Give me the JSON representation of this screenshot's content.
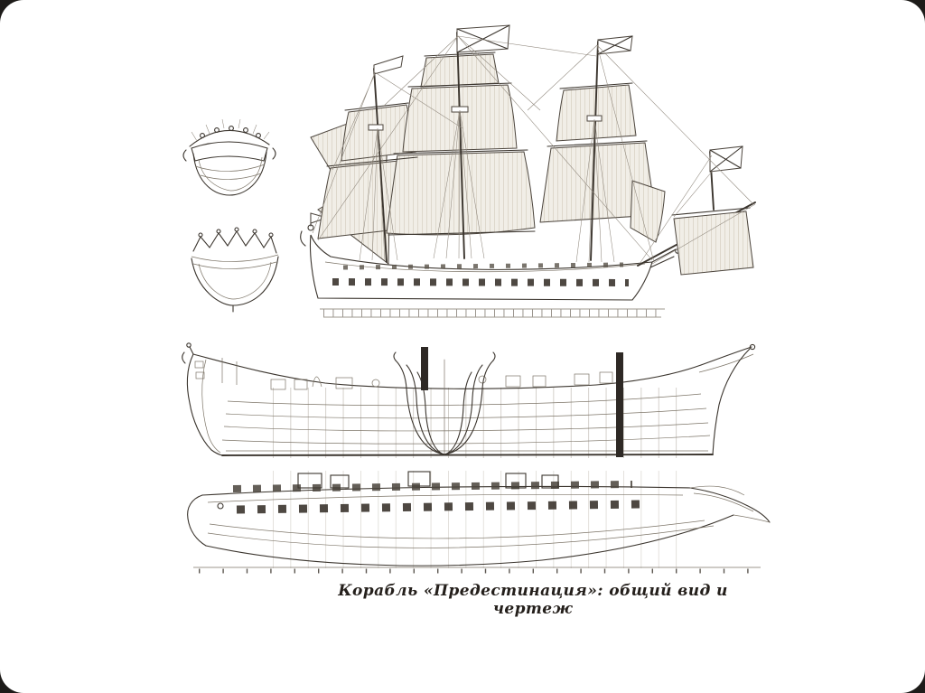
{
  "slide": {
    "caption": "Корабль «Предестинация»: общий вид и чертеж"
  },
  "colors": {
    "paper": "#ffffff",
    "ink": "#3b352e",
    "sail_fill": "#f1eee7",
    "mast_fill": "#2e2925",
    "corner_mark": "#1d1b19"
  },
  "figure": {
    "views": [
      "bow-transom-view",
      "stern-transom-view",
      "general-view-under-sail",
      "longitudinal-section",
      "side-elevation"
    ]
  }
}
